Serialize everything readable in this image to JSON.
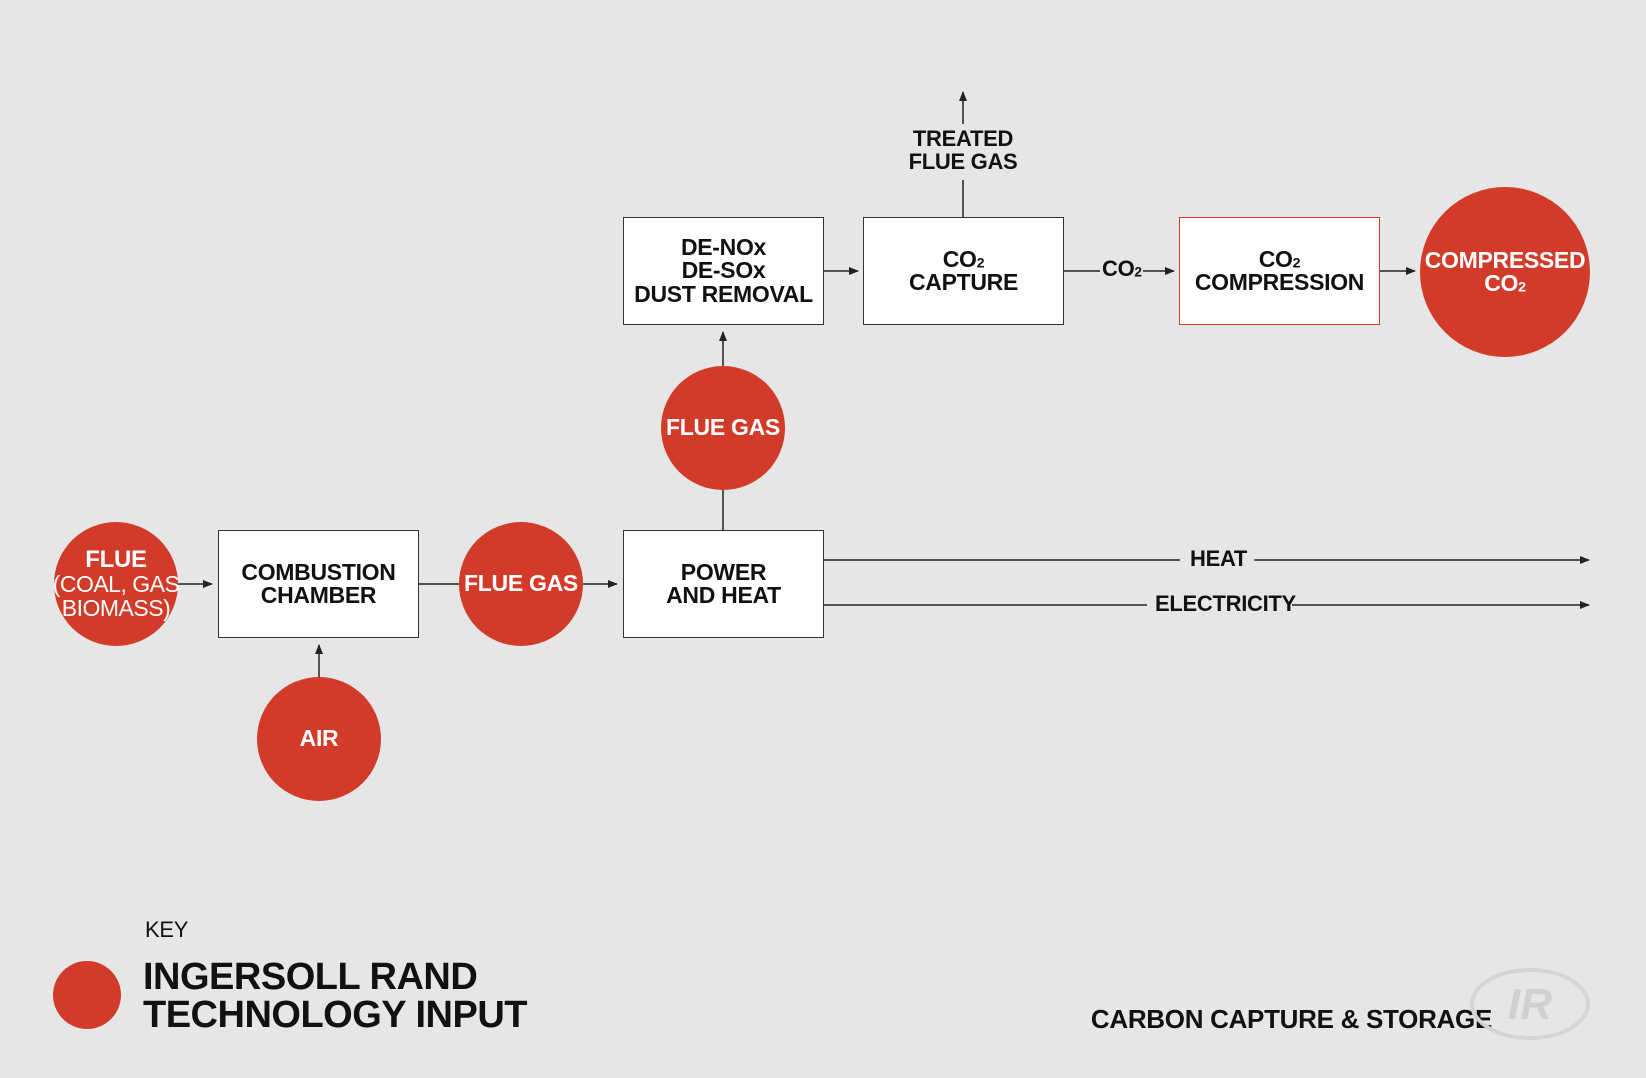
{
  "nodes": {
    "fuel": {
      "title": "FLUE",
      "sub1": "(COAL, GAS",
      "sub2": "BIOMASS)"
    },
    "combustion": {
      "line1": "COMBUSTION",
      "line2": "CHAMBER"
    },
    "air": {
      "title": "AIR"
    },
    "flue_gas_1": {
      "title": "FLUE GAS"
    },
    "power": {
      "line1": "POWER",
      "line2": "AND HEAT"
    },
    "flue_gas_2": {
      "title": "FLUE GAS"
    },
    "denox": {
      "line1": "DE-NOx",
      "line2": "DE-SOx",
      "line3": "DUST REMOVAL"
    },
    "capture": {
      "line1_base": "CO",
      "line1_sub": "2",
      "line2": "CAPTURE"
    },
    "compression": {
      "line1_base": "CO",
      "line1_sub": "2",
      "line2": "COMPRESSION"
    },
    "compressed": {
      "line1": "COMPRESSED",
      "line2_base": "CO",
      "line2_sub": "2"
    }
  },
  "labels": {
    "treated_line1": "TREATED",
    "treated_line2": "FLUE GAS",
    "co2_base": "CO",
    "co2_sub": "2",
    "heat": "HEAT",
    "electricity": "ELECTRICITY"
  },
  "key": {
    "title": "KEY",
    "line1": "INGERSOLL RAND",
    "line2": "TECHNOLOGY INPUT"
  },
  "footer": "CARBON CAPTURE & STORAGE",
  "logo": {
    "text": "IR",
    "icon": "ingersoll-rand-logo"
  },
  "colors": {
    "accent": "#d23a2a",
    "background": "#e6e6e6",
    "box": "#ffffff",
    "line": "#222222"
  }
}
